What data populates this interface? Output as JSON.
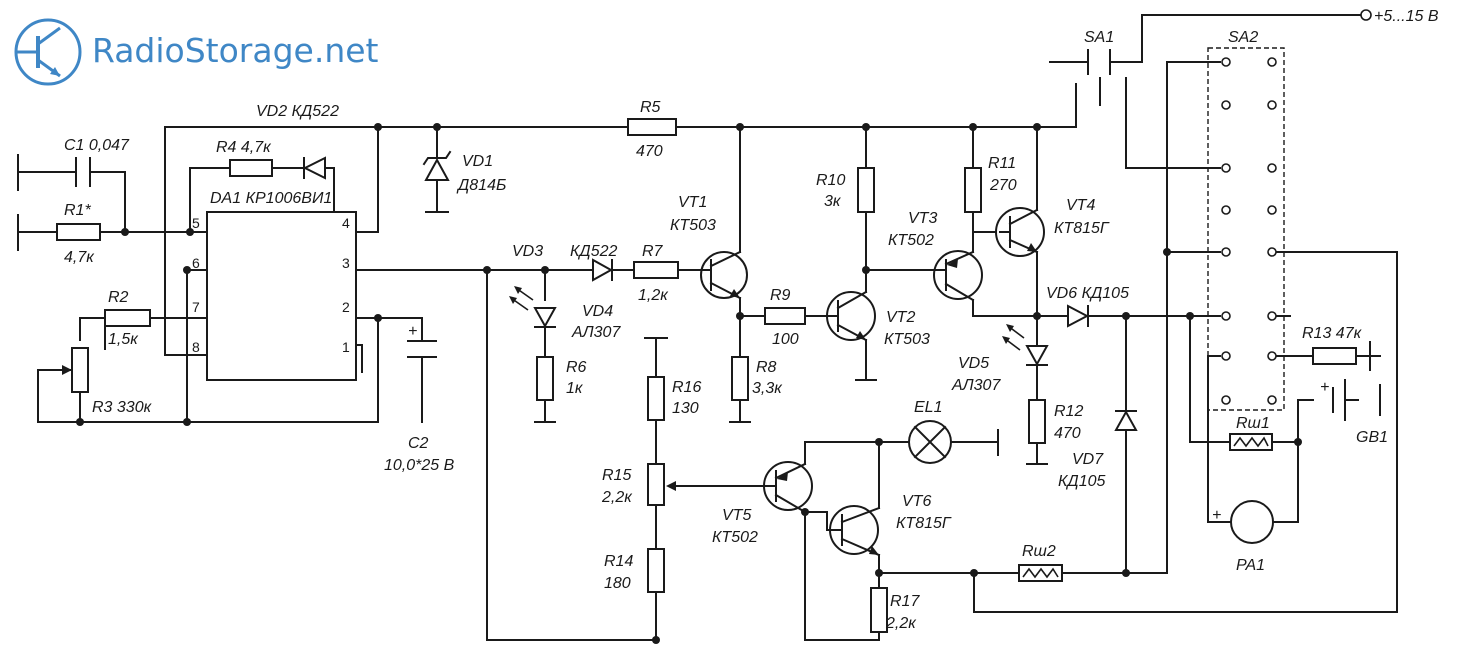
{
  "logo": {
    "text": "RadioStorage.net"
  },
  "power": {
    "supply": "+5...15 В"
  },
  "labels": {
    "c1": "C1 0,047",
    "r1": "R1*",
    "r1v": "4,7к",
    "r4": "R4  4,7к",
    "vd2": "VD2  КД522",
    "da1": "DA1  КР1006ВИ1",
    "r2": "R2",
    "r2v": "1,5к",
    "r3": "R3  330к",
    "c2": "C2",
    "c2v": "10,0*25 В",
    "vd1": "VD1",
    "vd1v": "Д814Б",
    "r5": "R5",
    "r5v": "470",
    "vd3": "VD3",
    "vd3d": "КД522",
    "vd4": "VD4",
    "vd4v": "АЛ307",
    "r6": "R6",
    "r6v": "1к",
    "r7": "R7",
    "r7v": "1,2к",
    "vt1": "VT1",
    "vt1v": "КТ503",
    "r8": "R8",
    "r8v": "3,3к",
    "r9": "R9",
    "r9v": "100",
    "r10": "R10",
    "r10v": "3к",
    "vt2": "VT2",
    "vt2v": "КТ503",
    "r11": "R11",
    "r11v": "270",
    "vt3": "VT3",
    "vt3v": "КТ502",
    "vt4": "VT4",
    "vt4v": "КТ815Г",
    "sa1": "SA1",
    "sa2": "SA2",
    "vd6": "VD6  КД105",
    "vd5": "VD5",
    "vd5v": "АЛ307",
    "r12": "R12",
    "r12v": "470",
    "vd7": "VD7",
    "vd7v": "КД105",
    "r13": "R13  47к",
    "gb1": "GB1",
    "rsh1": "Rш1",
    "rsh2": "Rш2",
    "el1": "EL1",
    "r16": "R16",
    "r16v": "130",
    "r15": "R15",
    "r15v": "2,2к",
    "r14": "R14",
    "r14v": "180",
    "vt5": "VT5",
    "vt5v": "КТ502",
    "vt6": "VT6",
    "vt6v": "КТ815Г",
    "r17": "R17",
    "r17v": "2,2к",
    "pa1": "PA1",
    "plus": "+"
  },
  "da1_pins": [
    "1",
    "2",
    "3",
    "4",
    "5",
    "6",
    "7",
    "8"
  ]
}
